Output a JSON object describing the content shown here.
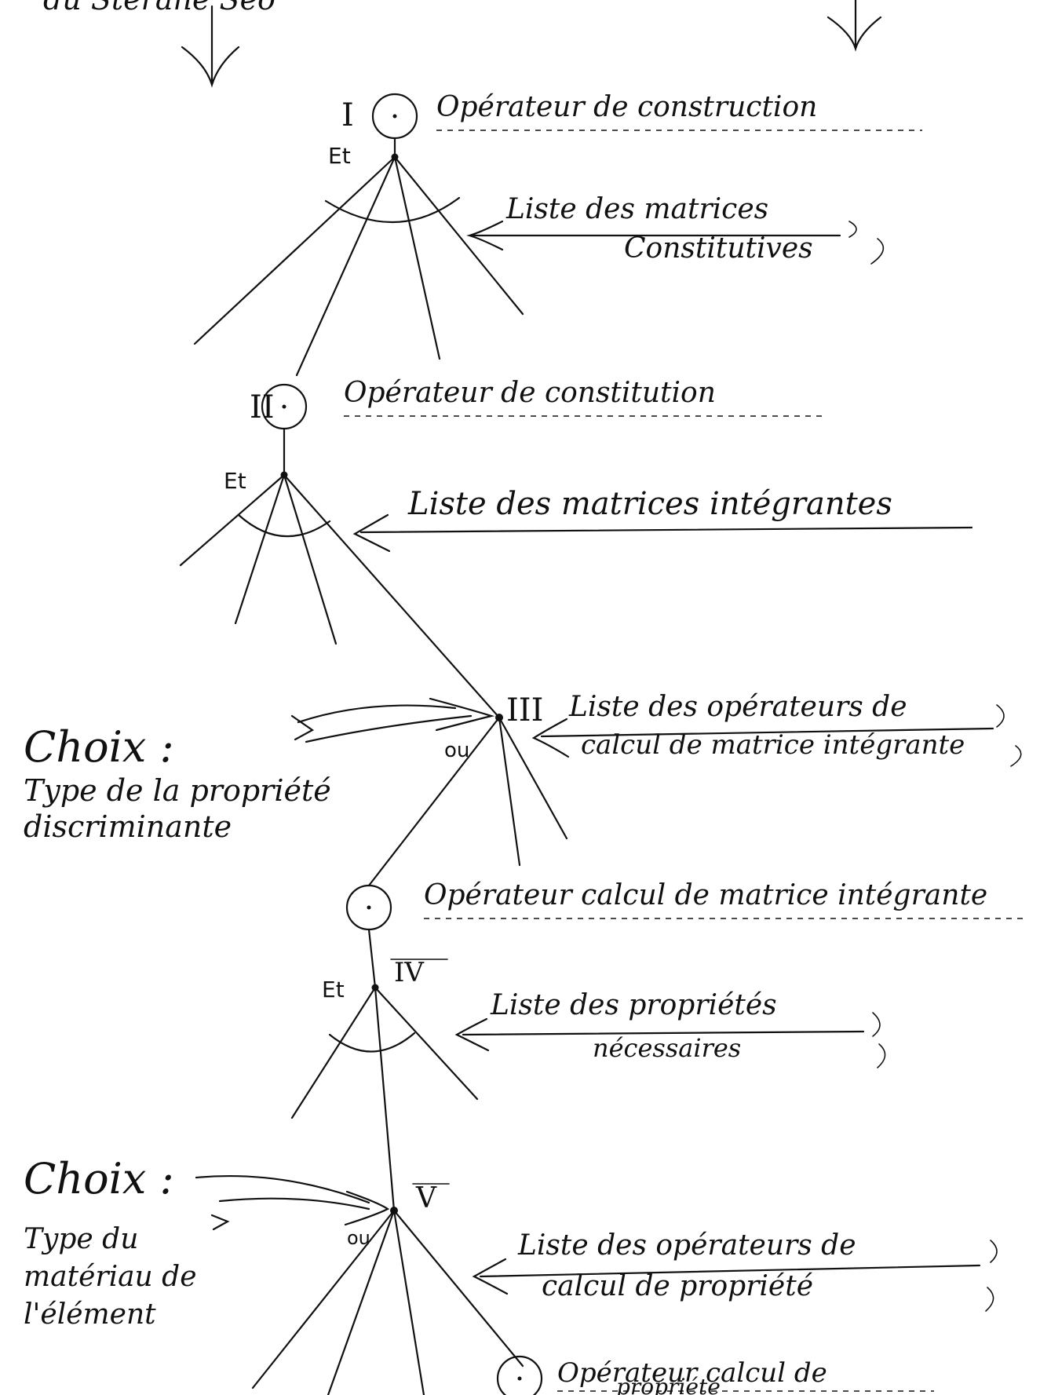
{
  "top_fragment": "du Stérane Séo",
  "levels": {
    "I": "I",
    "II": "II",
    "III": "III",
    "IV": "IV",
    "V": "V"
  },
  "conn": {
    "et": "Et",
    "ou": "ou"
  },
  "labels": {
    "op_construction": "Opérateur de construction",
    "liste_constitutives_1": "Liste des matrices",
    "liste_constitutives_2": "Constitutives",
    "op_constitution": "Opérateur de constitution",
    "liste_integrantes": "Liste des matrices intégrantes",
    "liste_ops_integrante_1": "Liste des opérateurs de",
    "liste_ops_integrante_2": "calcul de matrice intégrante",
    "op_calcul_integrante": "Opérateur calcul de matrice intégrante",
    "liste_proprietes_1": "Liste des propriétés",
    "liste_proprietes_2": "nécessaires",
    "liste_ops_propriete_1": "Liste des opérateurs de",
    "liste_ops_propriete_2": "calcul de propriété",
    "op_calcul_propriete_1": "Opérateur calcul de",
    "op_calcul_propriete_2": "propriété"
  },
  "choix1": {
    "title": "Choix :",
    "line1": "Type de la propriété",
    "line2": "discriminante"
  },
  "choix2": {
    "title": "Choix :",
    "line1": "Type du",
    "line2": "matériau de",
    "line3": "l'élément"
  }
}
